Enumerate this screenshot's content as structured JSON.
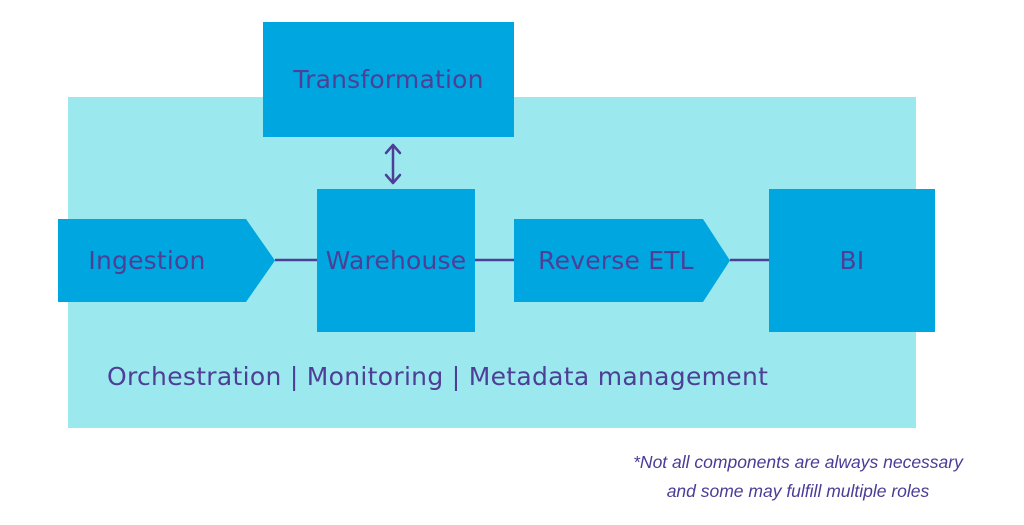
{
  "diagram": {
    "nodes": {
      "transformation": "Transformation",
      "ingestion": "Ingestion",
      "warehouse": "Warehouse",
      "reverse_etl": "Reverse ETL",
      "bi": "BI"
    },
    "platform_label": "Orchestration |  Monitoring | Metadata management",
    "footnote": {
      "line1": "*Not all components are always necessary",
      "line2": "and some may fulfill multiple roles"
    },
    "colors": {
      "platform_background": "#9be9ee",
      "node_fill": "#00a6e0",
      "text_and_connectors": "#4e3f96"
    }
  }
}
